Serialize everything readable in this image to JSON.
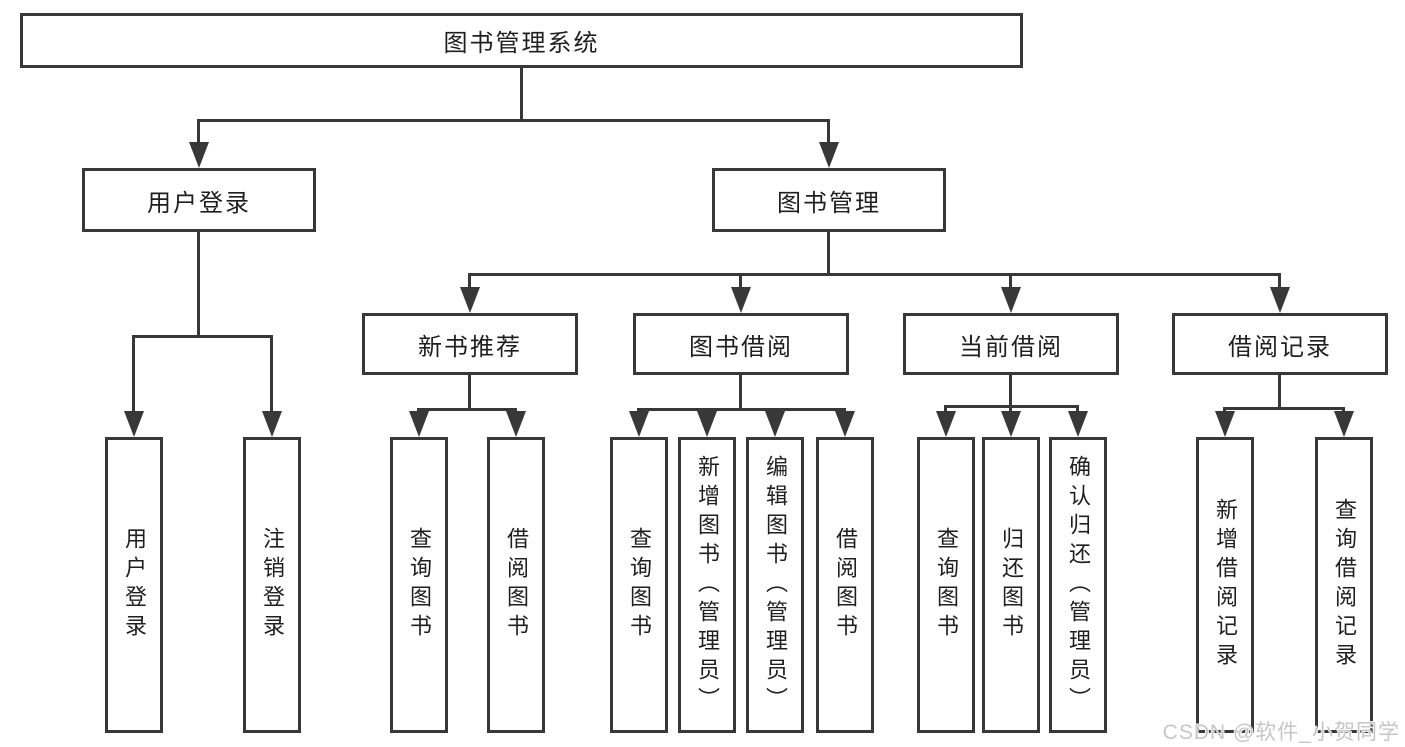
{
  "diagram": {
    "root": {
      "label": "图书管理系统"
    },
    "branches": [
      {
        "label": "用户登录",
        "children": [
          "用户登录",
          "注销登录"
        ]
      },
      {
        "label": "图书管理",
        "children": [
          {
            "label": "新书推荐",
            "children": [
              "查询图书",
              "借阅图书"
            ]
          },
          {
            "label": "图书借阅",
            "children": [
              "查询图书",
              "新增图书（管理员）",
              "编辑图书（管理员）",
              "借阅图书"
            ]
          },
          {
            "label": "当前借阅",
            "children": [
              "查询图书",
              "归还图书",
              "确认归还（管理员）"
            ]
          },
          {
            "label": "借阅记录",
            "children": [
              "新增借阅记录",
              "查询借阅记录"
            ]
          }
        ]
      }
    ]
  },
  "watermark": {
    "text": "CSDN @软件_小贺同学"
  },
  "colors": {
    "line": "#383838",
    "text": "#1f1f1f",
    "watermark": "#c6c6c6",
    "background": "#ffffff"
  }
}
